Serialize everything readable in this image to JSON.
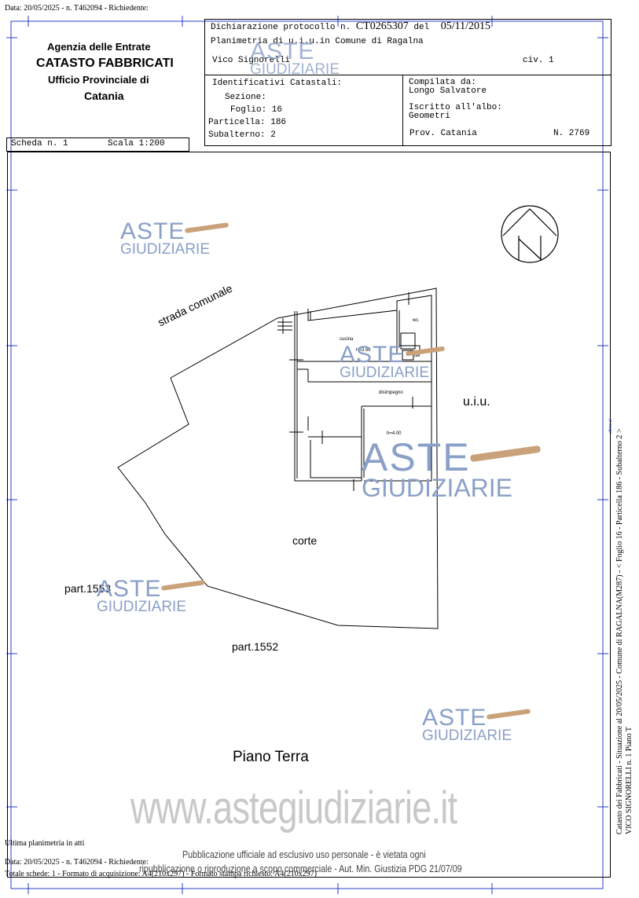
{
  "top_note": "Data: 20/05/2025 - n. T462094 - Richiedente:",
  "agency": {
    "line1": "Agenzia delle Entrate",
    "line2": "CATASTO FABBRICATI",
    "line3": "Ufficio Provinciale di",
    "line4": "Catania"
  },
  "declaration": {
    "label": "Dichiarazione protocollo n.",
    "number": "CT0265307",
    "del_label": "del",
    "date": "05/11/2015",
    "planimetry": "Planimetria di u.i.u.in Comune di Ragalna",
    "address": "Vico Signorelli",
    "civ": "civ. 1"
  },
  "identifiers": {
    "title": "Identificativi Catastali:",
    "sezione": "Sezione:",
    "foglio": "Foglio: 16",
    "particella": "Particella: 186",
    "subalterno": "Subalterno: 2"
  },
  "compiler": {
    "compilata_label": "Compilata da:",
    "name": "Longo Salvatore",
    "albo_label": "Iscritto all'albo:",
    "albo": "Geometri",
    "prov": "Prov. Catania",
    "number": "N. 2769"
  },
  "scheda": {
    "label": "Scheda n. 1",
    "scala": "Scala 1:200"
  },
  "plan_labels": {
    "strada": "strada comunale",
    "uiu": "u.i.u.",
    "corte": "corte",
    "part1553": "part.1553",
    "part1552": "part.1552",
    "cucina": "cucina",
    "h_cucina": "h=3.50",
    "wc": "wc",
    "lav": "lav",
    "disimpegno": "disimpegno",
    "h_room": "h=4.00",
    "piano": "Piano Terra"
  },
  "watermark": {
    "aste": "ASTE",
    "giudiziarie": "GIUDIZIARIE",
    "site": "www.astegiudiziarie.it",
    "notice_line1": "Pubblicazione ufficiale ad esclusivo uso personale - è vietata ogni",
    "notice_line2": "ripubblicazione o riproduzione a scopo commerciale - Aut. Min. Giustizia PDG 21/07/09"
  },
  "side_text": {
    "line1": "Catasto dei Fabbricati - Situazione al 20/05/2025 - Comune di RAGALNA(M287) - < Foglio 16 - Particella 186 - Subalterno 2 >",
    "line2": "VICO SIGNORELLI n. 1 Piano T",
    "tiny": "ultima pl"
  },
  "footer": {
    "ultima": "Ultima planimetria in atti",
    "data": "Data: 20/05/2025 - n. T462094 - Richiedente:",
    "totale": "Totale schede: 1 - Formato di acquisizione: A4(210x297) - Formato stampa richiesto: A4(210x297)"
  },
  "colors": {
    "frame_blue": "#2a3cc8",
    "watermark_blue": "#8aa0c8",
    "watermark_gavel": "#c9a27a",
    "site_gray": "#c8c8c8"
  }
}
